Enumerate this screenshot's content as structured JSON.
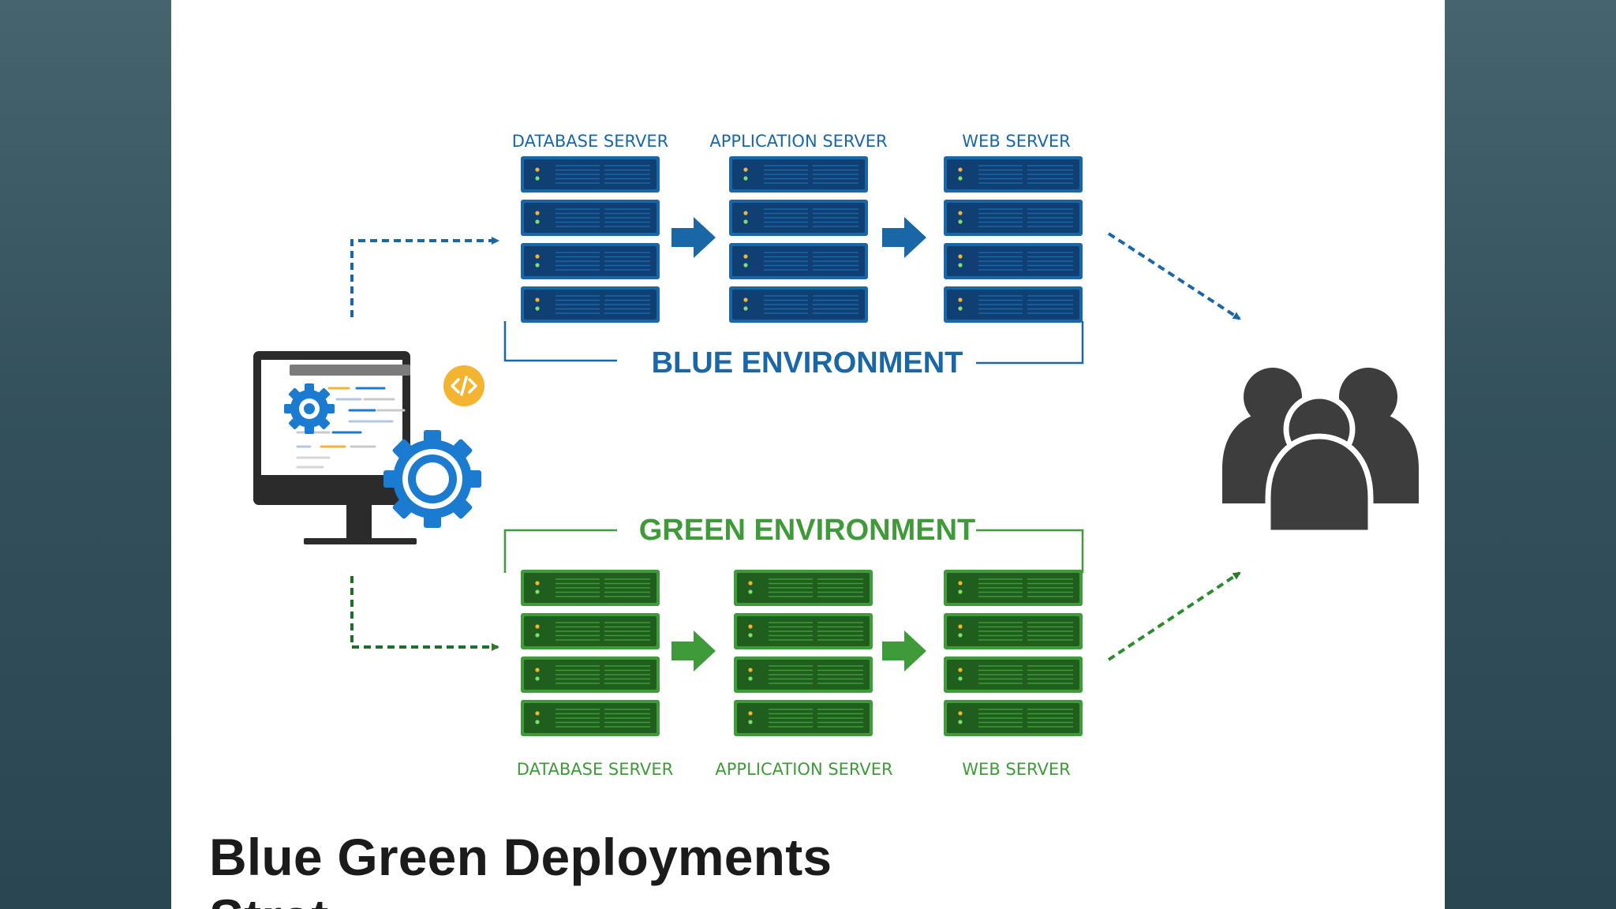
{
  "slide": {
    "title_line1": "Blue Green Deployments",
    "title_line2": "Strat"
  },
  "blue_environment": {
    "label": "BLUE ENVIRONMENT",
    "color": "#1a67a8",
    "servers": [
      {
        "label": "DATABASE SERVER"
      },
      {
        "label": "APPLICATION SERVER"
      },
      {
        "label": "WEB SERVER"
      }
    ]
  },
  "green_environment": {
    "label": "GREEN ENVIRONMENT",
    "color": "#3f9a3a",
    "servers": [
      {
        "label": "DATABASE SERVER"
      },
      {
        "label": "APPLICATION SERVER"
      },
      {
        "label": "WEB SERVER"
      }
    ]
  },
  "icons": {
    "developer": "monitor-gear-icon",
    "code_badge": "code-icon",
    "users": "users-group-icon"
  },
  "colors": {
    "blue": "#1a67a8",
    "blue_dark": "#0f3f73",
    "green": "#3f9a3a",
    "green_dark": "#1f5e1d",
    "code_badge": "#f2b431",
    "users": "#3d3d3d"
  }
}
